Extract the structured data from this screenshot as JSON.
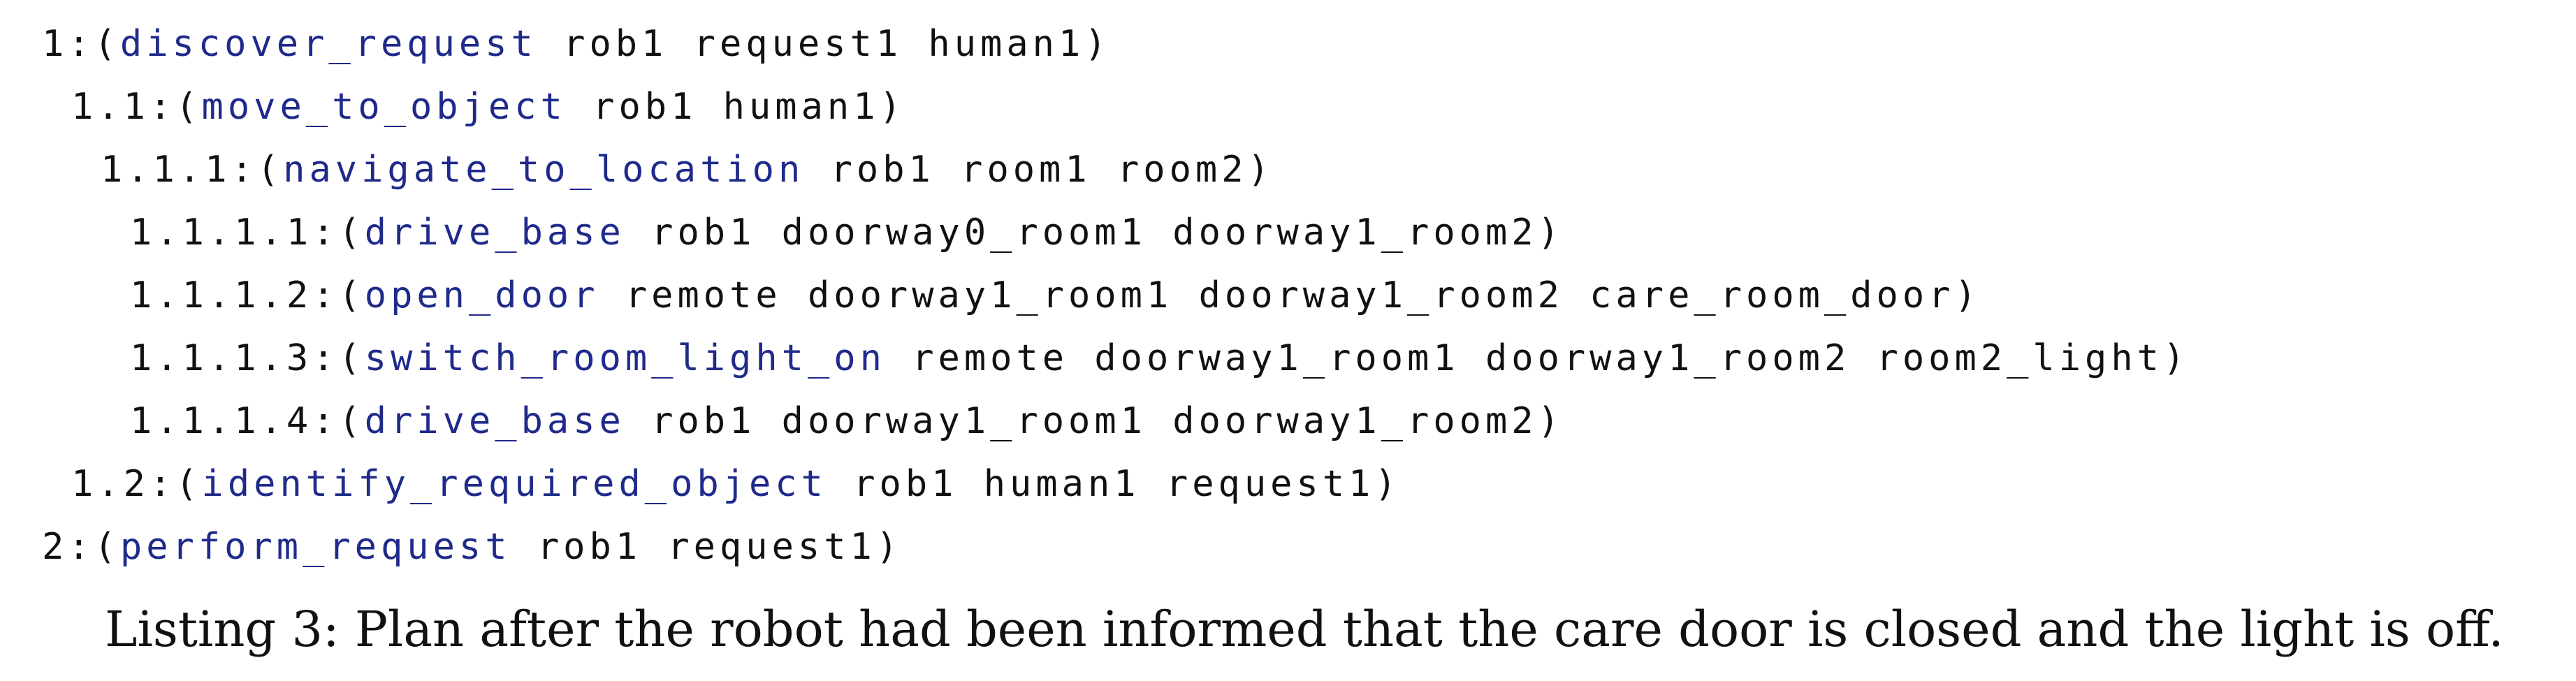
{
  "listing": {
    "lines": [
      {
        "indent": 0,
        "number": "1:(",
        "operator": "discover_request",
        "args": " rob1 request1 human1)"
      },
      {
        "indent": 1,
        "number": "1.1:(",
        "operator": "move_to_object",
        "args": " rob1 human1)"
      },
      {
        "indent": 2,
        "number": "1.1.1:(",
        "operator": "navigate_to_location",
        "args": " rob1 room1 room2)"
      },
      {
        "indent": 3,
        "number": "1.1.1.1:(",
        "operator": "drive_base",
        "args": " rob1 doorway0_room1 doorway1_room2)"
      },
      {
        "indent": 3,
        "number": "1.1.1.2:(",
        "operator": "open_door",
        "args": " remote doorway1_room1 doorway1_room2 care_room_door)"
      },
      {
        "indent": 3,
        "number": "1.1.1.3:(",
        "operator": "switch_room_light_on",
        "args": " remote doorway1_room1 doorway1_room2 room2_light)"
      },
      {
        "indent": 3,
        "number": "1.1.1.4:(",
        "operator": "drive_base",
        "args": " rob1 doorway1_room1 doorway1_room2)"
      },
      {
        "indent": 1,
        "number": "1.2:(",
        "operator": "identify_required_object",
        "args": " rob1 human1 request1)"
      },
      {
        "indent": 0,
        "number": "2:(",
        "operator": "perform_request",
        "args": " rob1 request1)"
      }
    ]
  },
  "caption": "Listing 3: Plan after the robot had been informed that the care door is closed and the light is off.",
  "colors": {
    "operator": "#1f2a8a",
    "text": "#111111"
  }
}
